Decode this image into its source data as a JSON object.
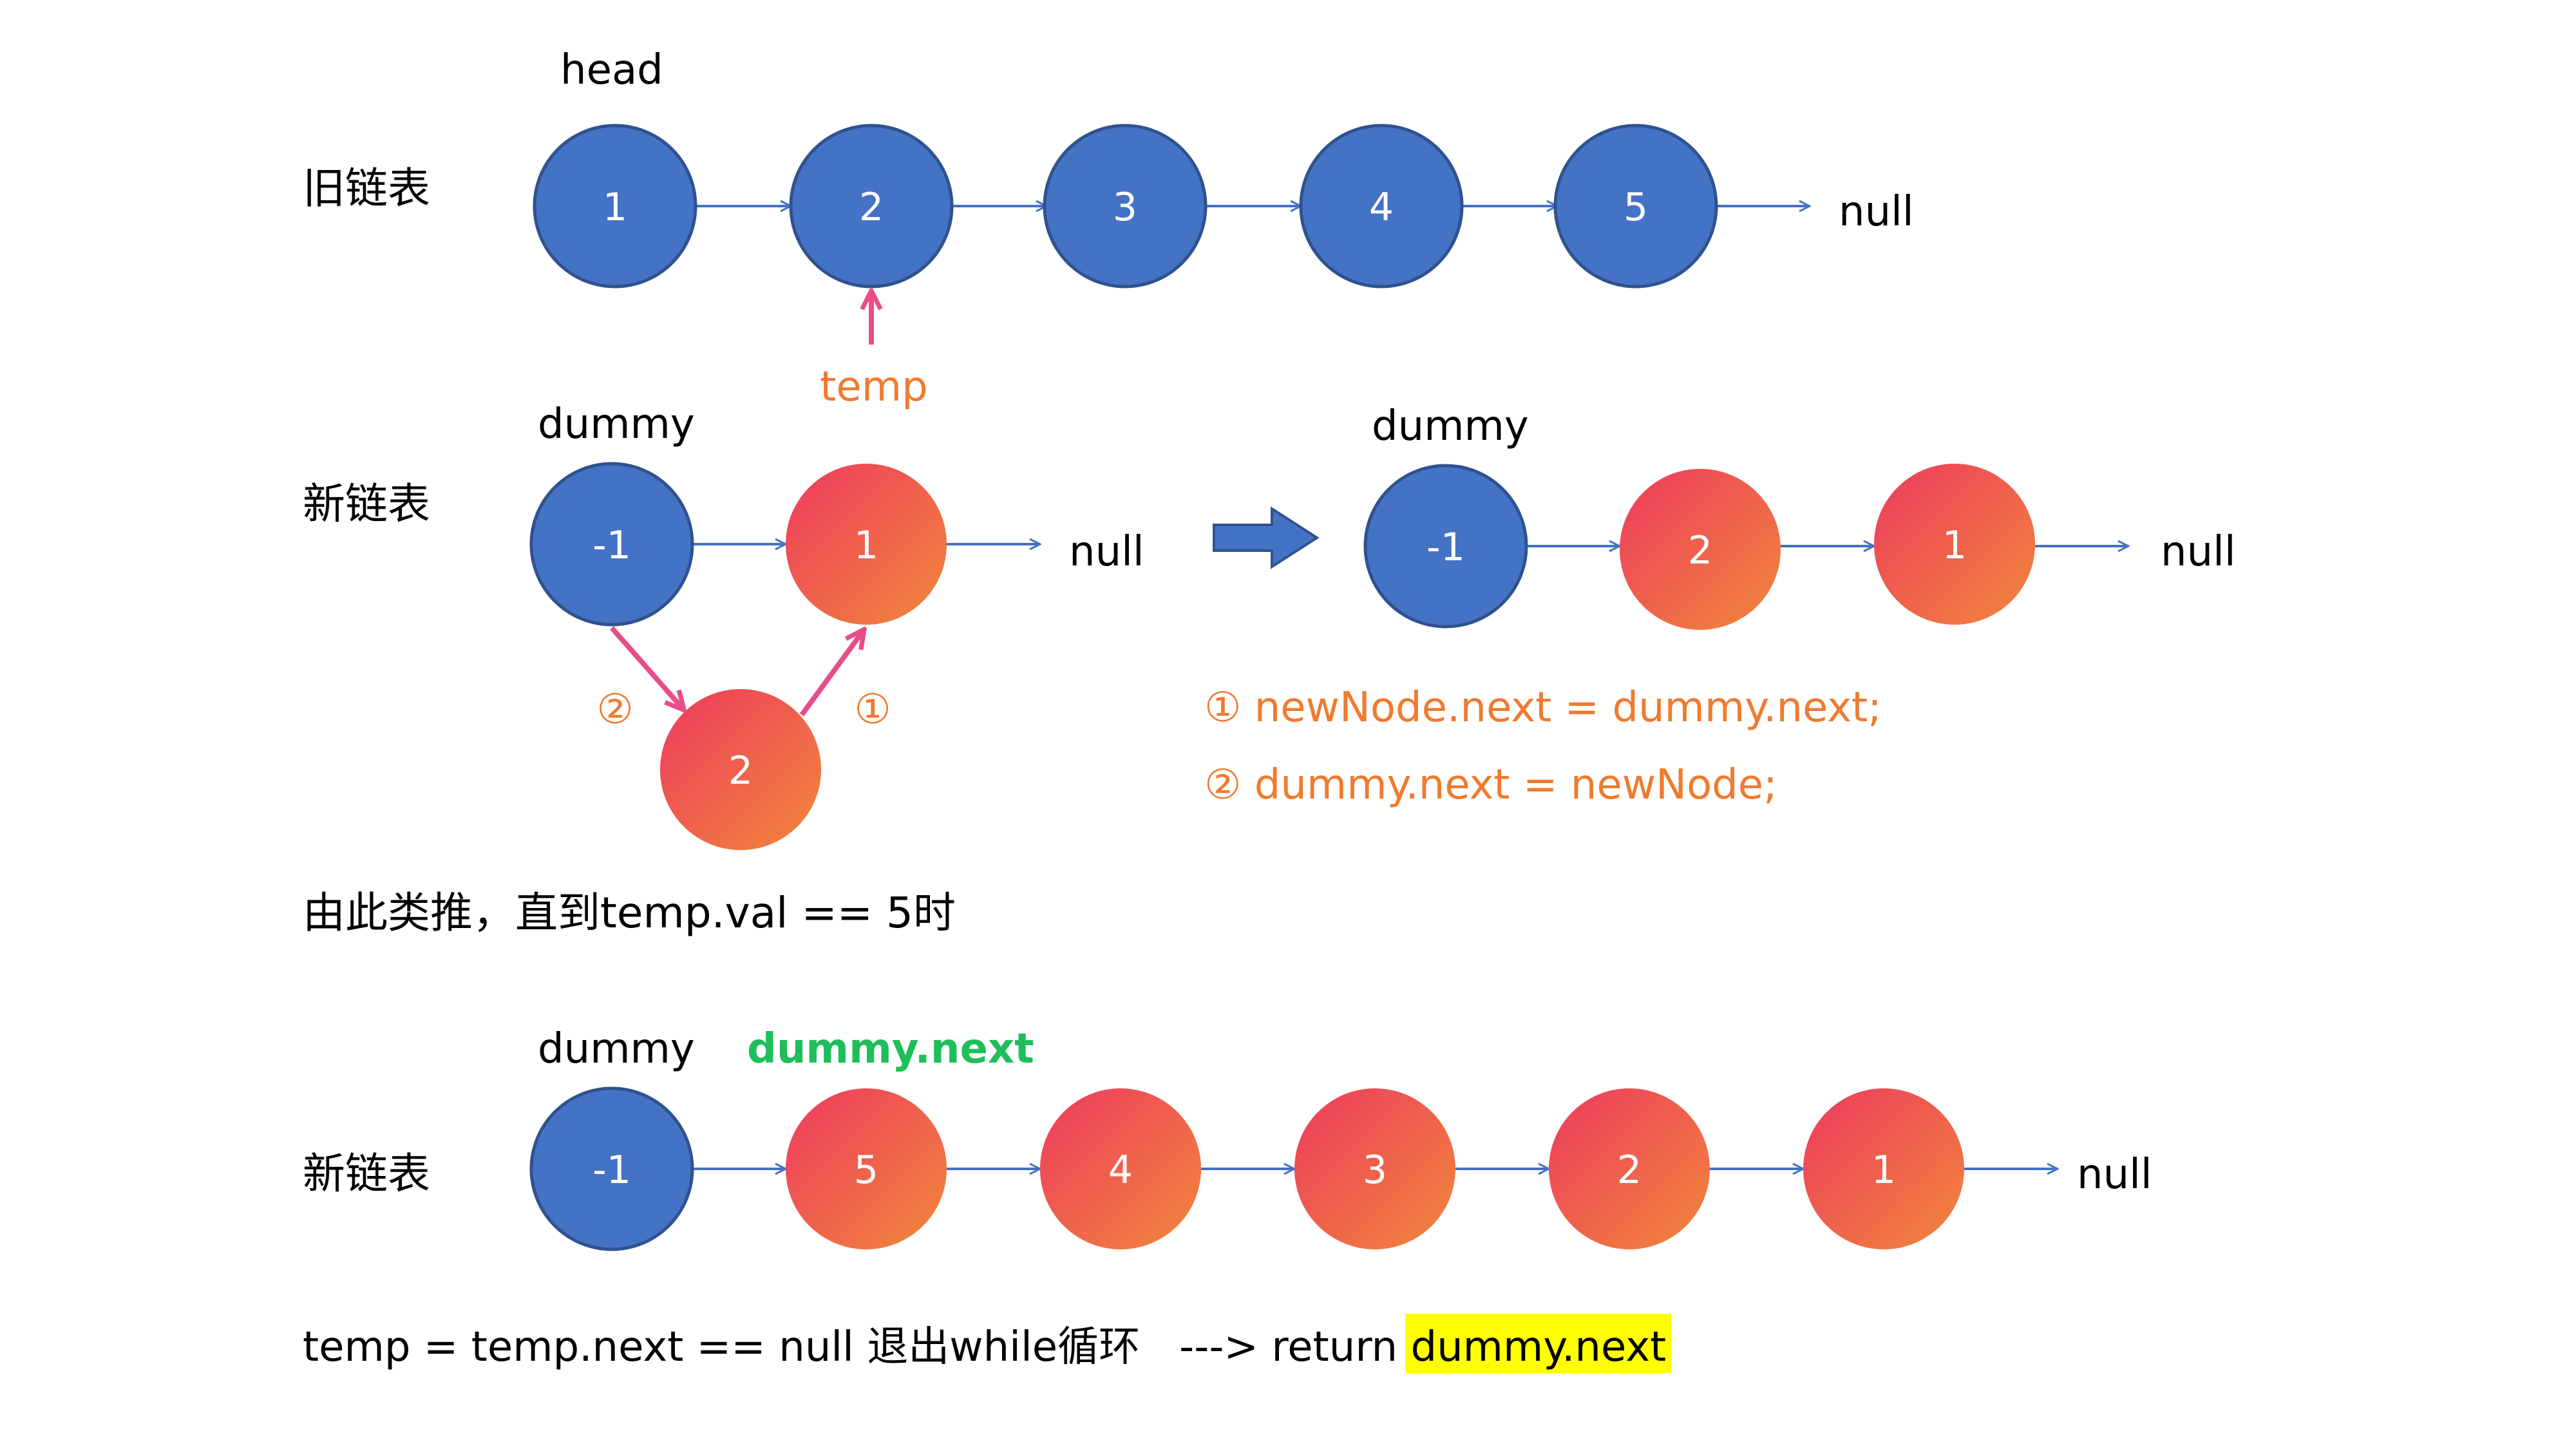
{
  "colors": {
    "blue_node": "#4472c4",
    "blue_edge": "#2f528f",
    "red_grad_start": "#ee3a5e",
    "red_grad_end": "#f0883a",
    "arrow_blue": "#4472c4",
    "arrow_pink": "#e84d8a",
    "orange_text": "#f07a2f",
    "green_text": "#1fbe5a",
    "highlight": "#ffff00"
  },
  "old_list": {
    "row_label": "旧链表",
    "head_label": "head",
    "nodes": [
      "1",
      "2",
      "3",
      "4",
      "5"
    ],
    "null_label": "null",
    "temp_label": "temp"
  },
  "new_list_step": {
    "row_label": "新链表",
    "dummy_label": "dummy",
    "left_nodes": [
      "-1",
      "1"
    ],
    "inserted_node": "2",
    "step1_marker": "①",
    "step2_marker": "②",
    "null_label": "null",
    "result_dummy_label": "dummy",
    "result_nodes": [
      "-1",
      "2",
      "1"
    ],
    "result_null_label": "null",
    "code_line1": "① newNode.next = dummy.next;",
    "code_line2": "② dummy.next = newNode;"
  },
  "note": "由此类推，直到temp.val == 5时",
  "final_list": {
    "row_label": "新链表",
    "dummy_label": "dummy",
    "dummy_next_label": "dummy.next",
    "nodes": [
      "-1",
      "5",
      "4",
      "3",
      "2",
      "1"
    ],
    "null_label": "null"
  },
  "footer": {
    "prefix": "temp = temp.next == null 退出while循环   ---> return ",
    "highlighted": "dummy.next"
  }
}
